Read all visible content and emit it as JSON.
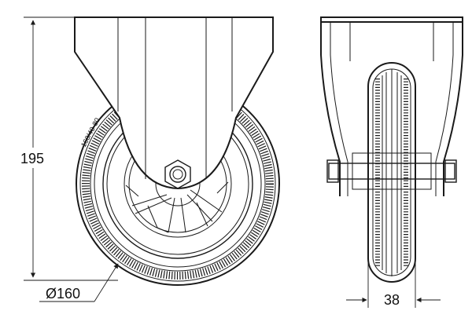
{
  "dimensions": {
    "height": "195",
    "diameter": "Ø160",
    "width": "38"
  },
  "wheel_marking": "160/40-80",
  "colors": {
    "line": "#1a1a1a",
    "background": "#ffffff"
  }
}
